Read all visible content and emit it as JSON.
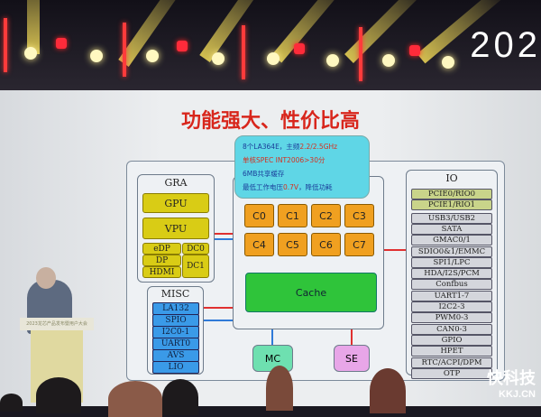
{
  "stage": {
    "year_text": "202"
  },
  "slide": {
    "title": "功能强大、性价比高",
    "tooltip": [
      {
        "text": "8个LA364E，主频",
        "highlight": "2.2/2.5GHz"
      },
      {
        "text": "单核SPEC INT2006>30分"
      },
      {
        "text": "6MB共享缓存"
      },
      {
        "text": "最低工作电压",
        "highlight": "0.7V",
        "suffix": "，降低功耗"
      }
    ],
    "gra": {
      "label": "GRA",
      "gpu": "GPU",
      "vpu": "VPU",
      "edp": "eDP",
      "dp": "DP",
      "hdmi": "HDMI",
      "dc0": "DC0",
      "dc1": "DC1"
    },
    "misc": {
      "label": "MISC",
      "items": [
        "LA132",
        "SPIO",
        "I2C0-1",
        "UART0",
        "AVS",
        "LIO"
      ]
    },
    "cpu": {
      "cores": [
        "C0",
        "C1",
        "C2",
        "C3",
        "C4",
        "C5",
        "C6",
        "C7"
      ],
      "cache": "Cache"
    },
    "mc": "MC",
    "se": "SE",
    "io": {
      "label": "IO",
      "items": [
        "PCIE0/RIO0",
        "PCIE1/RIO1",
        "USB3/USB2",
        "SATA",
        "GMAC0/1",
        "SDIO0&1/EMMC",
        "SPI1/LPC",
        "HDA/I2S/PCM",
        "Confbus",
        "UART1-7",
        "I2C2-3",
        "PWM0-3",
        "CAN0-3",
        "GPIO",
        "HPET",
        "RTC/ACPI/DPM",
        "OTP"
      ]
    }
  },
  "podium": {
    "banner": "2023龙芯产品发布暨用户大会"
  },
  "watermark": {
    "cn": "快科技",
    "en": "KKJ.CN"
  },
  "colors": {
    "title": "#d8261c",
    "core": "#f0a020",
    "cache": "#2fc43a",
    "gra": "#d9cc15",
    "misc": "#3a9ae8",
    "tooltip": "#5fd6e6"
  }
}
